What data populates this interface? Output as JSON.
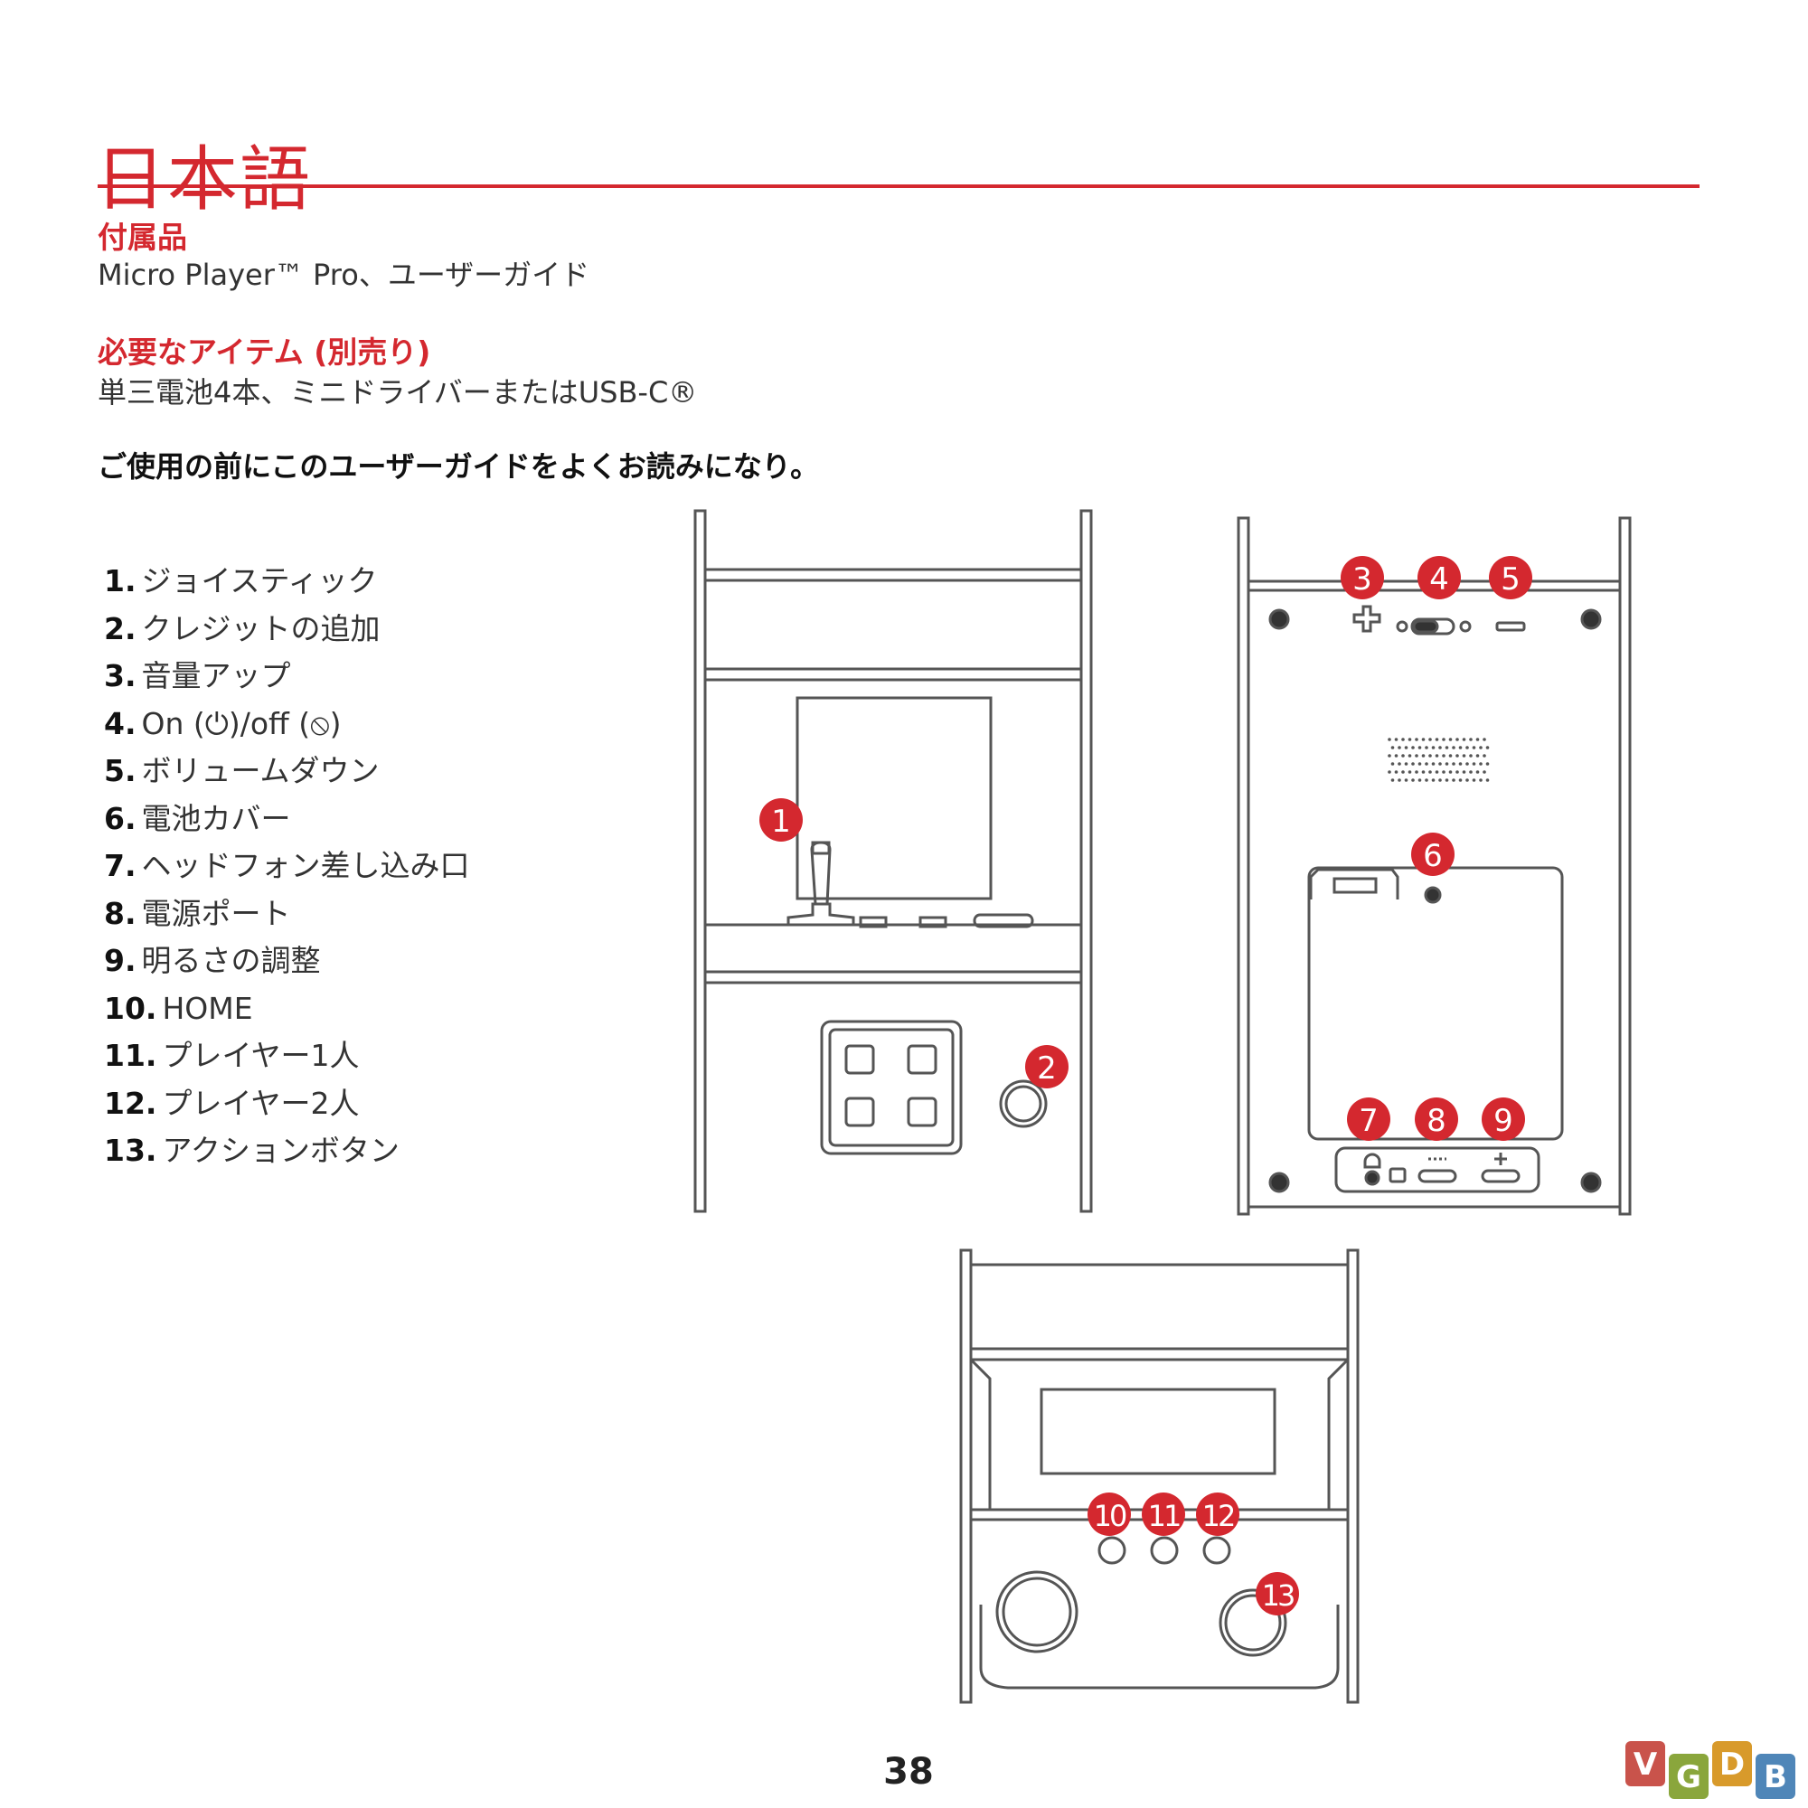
{
  "header": {
    "title": "日本語",
    "rule_color": "#d4282f"
  },
  "included": {
    "heading": "付属品",
    "text": "Micro Player™ Pro、ユーザーガイド"
  },
  "required": {
    "heading": "必要なアイテム (別売り)",
    "text": "単三電池4本、ミニドライバーまたはUSB-C®"
  },
  "notice": "ご使用の前にこのユーザーガイドをよくお読みになり。",
  "parts": [
    {
      "num": "1.",
      "label": "ジョイスティック"
    },
    {
      "num": "2.",
      "label": "クレジットの追加"
    },
    {
      "num": "3.",
      "label": "音量アップ"
    },
    {
      "num": "4.",
      "label": "On (⏻)/off (⦸)"
    },
    {
      "num": "5.",
      "label": "ボリュームダウン"
    },
    {
      "num": "6.",
      "label": "電池カバー"
    },
    {
      "num": "7.",
      "label": "ヘッドフォン差し込み口"
    },
    {
      "num": "8.",
      "label": "電源ポート"
    },
    {
      "num": "9.",
      "label": "明るさの調整"
    },
    {
      "num": "10.",
      "label": "HOME"
    },
    {
      "num": "11.",
      "label": "プレイヤー1人"
    },
    {
      "num": "12.",
      "label": "プレイヤー2人"
    },
    {
      "num": "13.",
      "label": "アクションボタン"
    }
  ],
  "callouts": {
    "c1": "1",
    "c2": "2",
    "c3": "3",
    "c4": "4",
    "c5": "5",
    "c6": "6",
    "c7": "7",
    "c8": "8",
    "c9": "9",
    "c10": "10",
    "c11": "11",
    "c12": "12",
    "c13": "13"
  },
  "page_number": "38",
  "watermark": {
    "v": "V",
    "g": "G",
    "d": "D",
    "b": "B"
  },
  "colors": {
    "accent": "#d4282f",
    "line_art": "#555555",
    "watermark_v": "#c9534b",
    "watermark_g": "#8aa63c",
    "watermark_d": "#d89a2b",
    "watermark_b": "#4f86b8"
  }
}
